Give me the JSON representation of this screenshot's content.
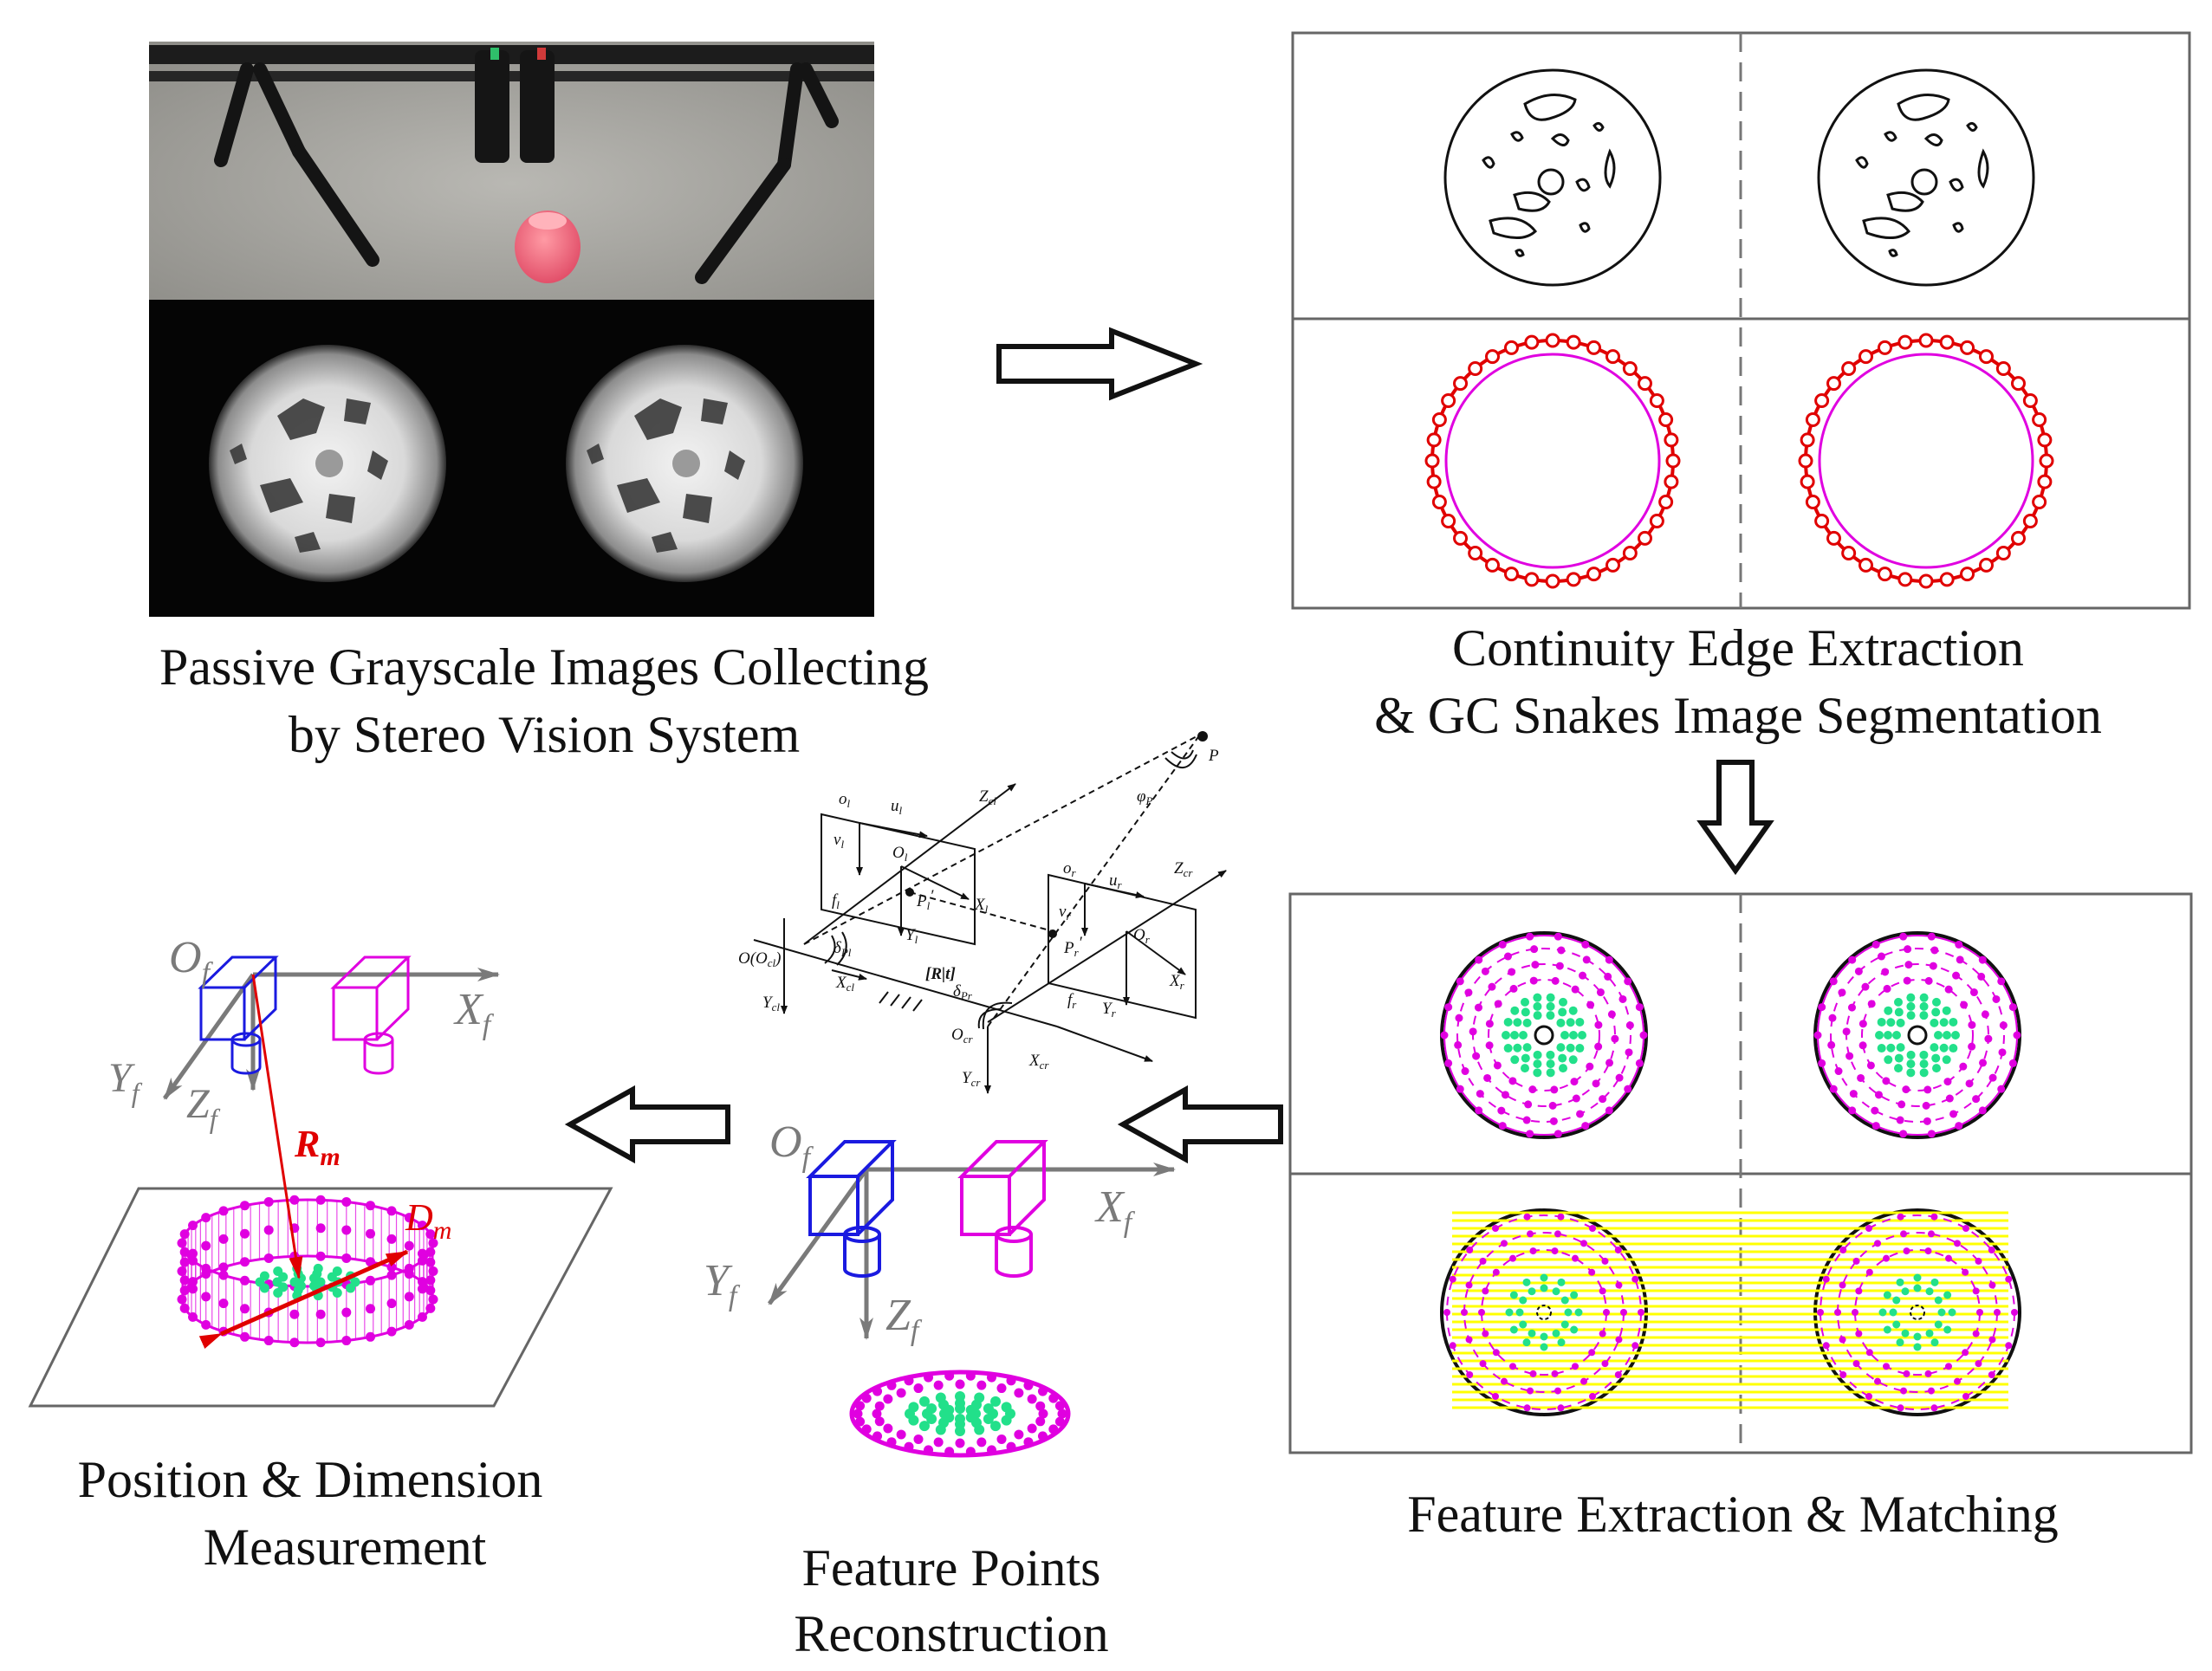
{
  "captions": {
    "passive_line1": "Passive Grayscale Images Collecting",
    "passive_line2": "by Stereo Vision System",
    "continuity_line1": "Continuity Edge Extraction",
    "continuity_line2": "& GC Snakes Image Segmentation",
    "feature_extraction": "Feature Extraction & Matching",
    "feature_points_line1": "Feature Points",
    "feature_points_line2": "Reconstruction",
    "position_line1": "Position & Dimension",
    "position_line2": "Measurement"
  },
  "labels": {
    "origin_base": "O",
    "origin_sub": "f",
    "x_axis_base": "X",
    "x_axis_sub": "f",
    "y_axis_base": "Y",
    "y_axis_sub": "f",
    "z_axis_base": "Z",
    "z_axis_sub": "f",
    "radius_base": "R",
    "radius_sub": "m",
    "diameter_base": "D",
    "diameter_sub": "m"
  },
  "geometry_labels": {
    "P": "P",
    "phi_p": "φ",
    "phi_p_sub": "P",
    "o_l": "o",
    "o_l_sub": "l",
    "u_l": "u",
    "u_l_sub": "l",
    "v_l": "v",
    "v_l_sub": "l",
    "O_l": "O",
    "O_l_sub": "l",
    "P_l": "P",
    "P_l_sub": "l",
    "P_l_prime": "′",
    "X_l": "X",
    "X_l_sub": "l",
    "Y_l": "Y",
    "Y_l_sub": "l",
    "f_l": "f",
    "f_l_sub": "l",
    "Z_cl": "Z",
    "Z_cl_sub": "cl",
    "O_cl_full": "O(O",
    "O_cl_full_sub": "cl",
    "O_cl_full_close": ")",
    "delta_pl": "δ",
    "delta_pl_sub": "Pl",
    "X_cl": "X",
    "X_cl_sub": "cl",
    "Y_cl": "Y",
    "Y_cl_sub": "cl",
    "Rt": "[R|t]",
    "delta_pr": "δ",
    "delta_pr_sub": "Pr",
    "O_cr": "O",
    "O_cr_sub": "cr",
    "Y_cr": "Y",
    "Y_cr_sub": "cr",
    "X_cr": "X",
    "X_cr_sub": "cr",
    "o_r": "o",
    "o_r_sub": "r",
    "u_r": "u",
    "u_r_sub": "r",
    "v_r": "v",
    "v_r_sub": "r",
    "P_r": "P",
    "P_r_sub": "r",
    "P_r_prime": "′",
    "O_r": "O",
    "O_r_sub": "r",
    "X_r": "X",
    "X_r_sub": "r",
    "Y_r": "Y",
    "Y_r_sub": "r",
    "f_r": "f",
    "f_r_sub": "r",
    "Z_cr": "Z",
    "Z_cr_sub": "cr"
  },
  "colors": {
    "contour_red": "#e00000",
    "circle_magenta": "#e000e0",
    "feature_green": "#22e08a",
    "match_yellow": "#ffff00",
    "camera_left_blue": "#1a1ae0",
    "camera_right_magenta": "#e000e0",
    "axis_gray": "#7a7a7a",
    "photo_floor": "#a9a8a3",
    "photo_dark": "#0a0a0a"
  },
  "icons": {
    "arrows": [
      "right-hollow-arrow",
      "down-hollow-arrow",
      "left-hollow-arrow",
      "left-hollow-arrow"
    ]
  }
}
